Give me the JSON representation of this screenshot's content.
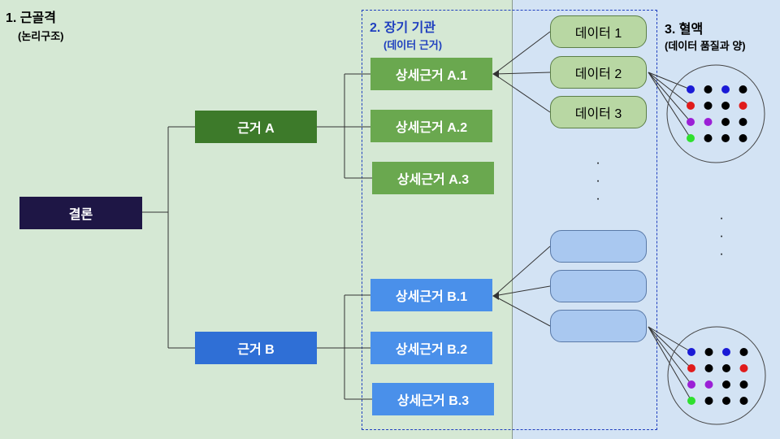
{
  "sections": {
    "skeleton": {
      "title": "1. 근골격",
      "subtitle": "(논리구조)"
    },
    "organs": {
      "title": "2. 장기 기관",
      "subtitle": "(데이터 근거)"
    },
    "blood": {
      "title": "3. 혈액",
      "subtitle": "(데이터 품질과 양)"
    }
  },
  "nodes": {
    "conclusion": "결론",
    "evidence_a": "근거 A",
    "evidence_b": "근거 B",
    "detail_a": [
      "상세근거 A.1",
      "상세근거 A.2",
      "상세근거 A.3"
    ],
    "detail_b": [
      "상세근거 B.1",
      "상세근거 B.2",
      "상세근거 B.3"
    ]
  },
  "data_items": [
    "데이터 1",
    "데이터 2",
    "데이터 3"
  ],
  "colors": {
    "skeleton_bg": "#d5e8d4",
    "blood_bg": "#d3e3f4",
    "conclusion": "#1e1645",
    "evidence_a": "#3d7a2a",
    "detail_a": "#6aa84f",
    "evidence_b": "#2f6fd6",
    "detail_b": "#4a90ea",
    "dashed_border": "#1f3fbf"
  },
  "dot_grid_colors": [
    [
      "#1a1ad6",
      "#000000",
      "#1a1ad6",
      "#000000"
    ],
    [
      "#e01b1b",
      "#000000",
      "#000000",
      "#e01b1b"
    ],
    [
      "#9b1fd6",
      "#9b1fd6",
      "#000000",
      "#000000"
    ],
    [
      "#2ee02e",
      "#000000",
      "#000000",
      "#000000"
    ]
  ]
}
